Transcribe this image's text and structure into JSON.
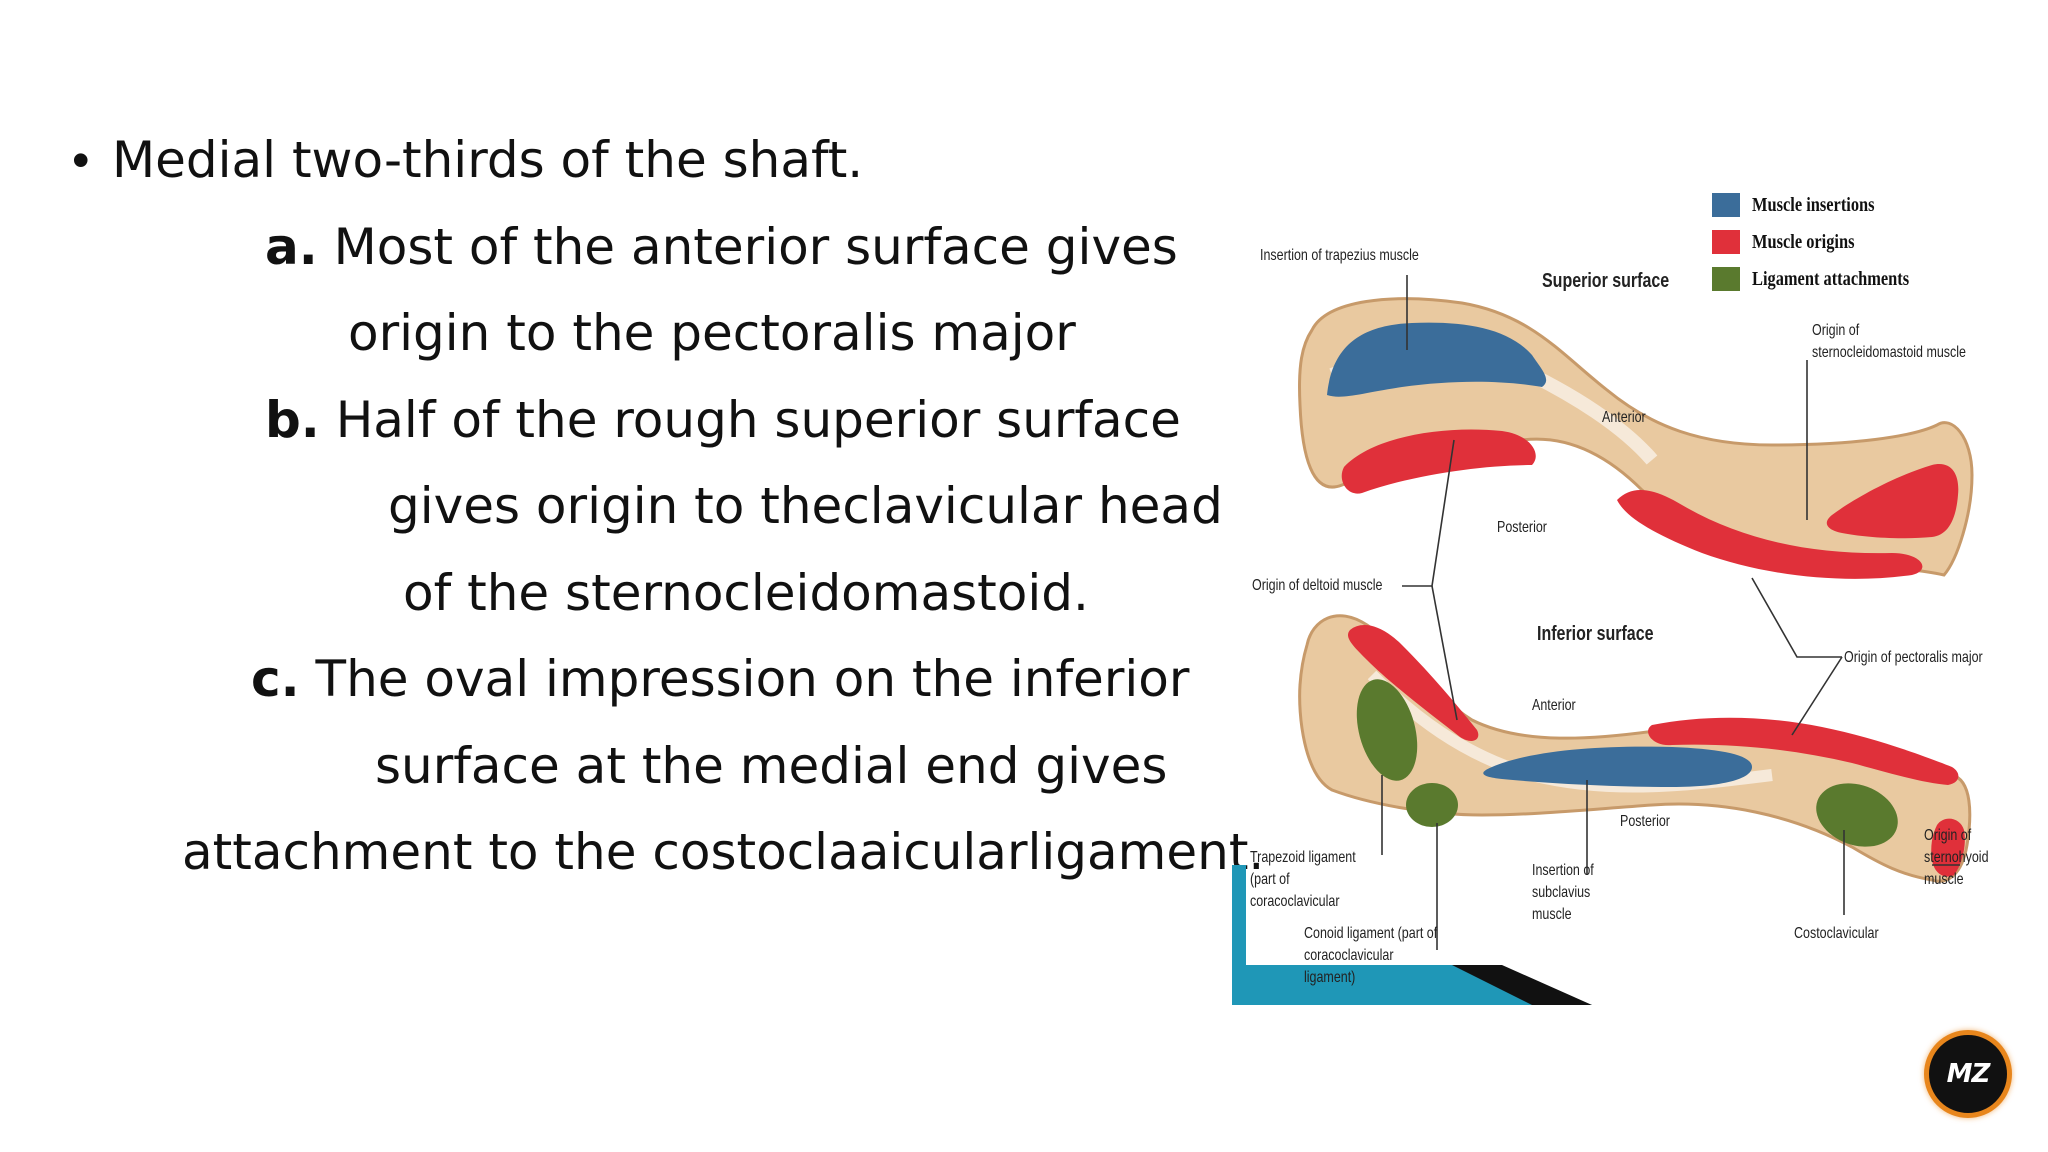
{
  "text": {
    "bullet": "•",
    "line1": "Medial two-thirds of the shaft.",
    "a_marker": "a.",
    "a_line1": " Most of the anterior surface gives",
    "a_line2": "origin to the pectoralis major",
    "b_marker": "b.",
    "b_line1": " Half of the rough superior surface",
    "b_line2": "gives origin to theclavicular head",
    "b_line3": "of the sternocleidomastoid.",
    "c_marker": "c.",
    "c_line1": " The oval impression on the inferior",
    "c_line2": "surface at the medial end gives",
    "c_line3": "attachment to the costoclaaicularligament."
  },
  "figure": {
    "legend": [
      {
        "label": "Muscle insertions",
        "color": "#3b6d9a"
      },
      {
        "label": "Muscle origins",
        "color": "#e0303a"
      },
      {
        "label": "Ligament attachments",
        "color": "#5a7a2e"
      }
    ],
    "labels": {
      "insertion_trapezius": "Insertion of trapezius muscle",
      "superior_surface": "Superior surface",
      "origin_scm": "Origin of sternocleidomastoid muscle",
      "anterior_top": "Anterior",
      "posterior_top": "Posterior",
      "origin_deltoid": "Origin of deltoid muscle",
      "inferior_surface": "Inferior surface",
      "origin_pectoralis": "Origin of pectoralis major",
      "anterior_bottom": "Anterior",
      "posterior_bottom": "Posterior",
      "trapezoid_ligament": "Trapezoid ligament (part of coracoclavicular",
      "insertion_subclavius": "Insertion of subclavius muscle",
      "origin_sternohyoid": "Origin of sternohyoid muscle",
      "conoid_ligament": "Conoid ligament (part of coracoclavicular ligament)",
      "costoclavicular": "Costoclavicular"
    },
    "colors": {
      "bone": "#e9c9a0",
      "bone_edge": "#c79a6a",
      "insertion": "#3b6d9a",
      "origin": "#e0303a",
      "ligament": "#5a7a2e",
      "accent_teal": "#1f97b7"
    }
  },
  "logo": {
    "mark": "MZ",
    "ring_color": "#e8861c"
  }
}
